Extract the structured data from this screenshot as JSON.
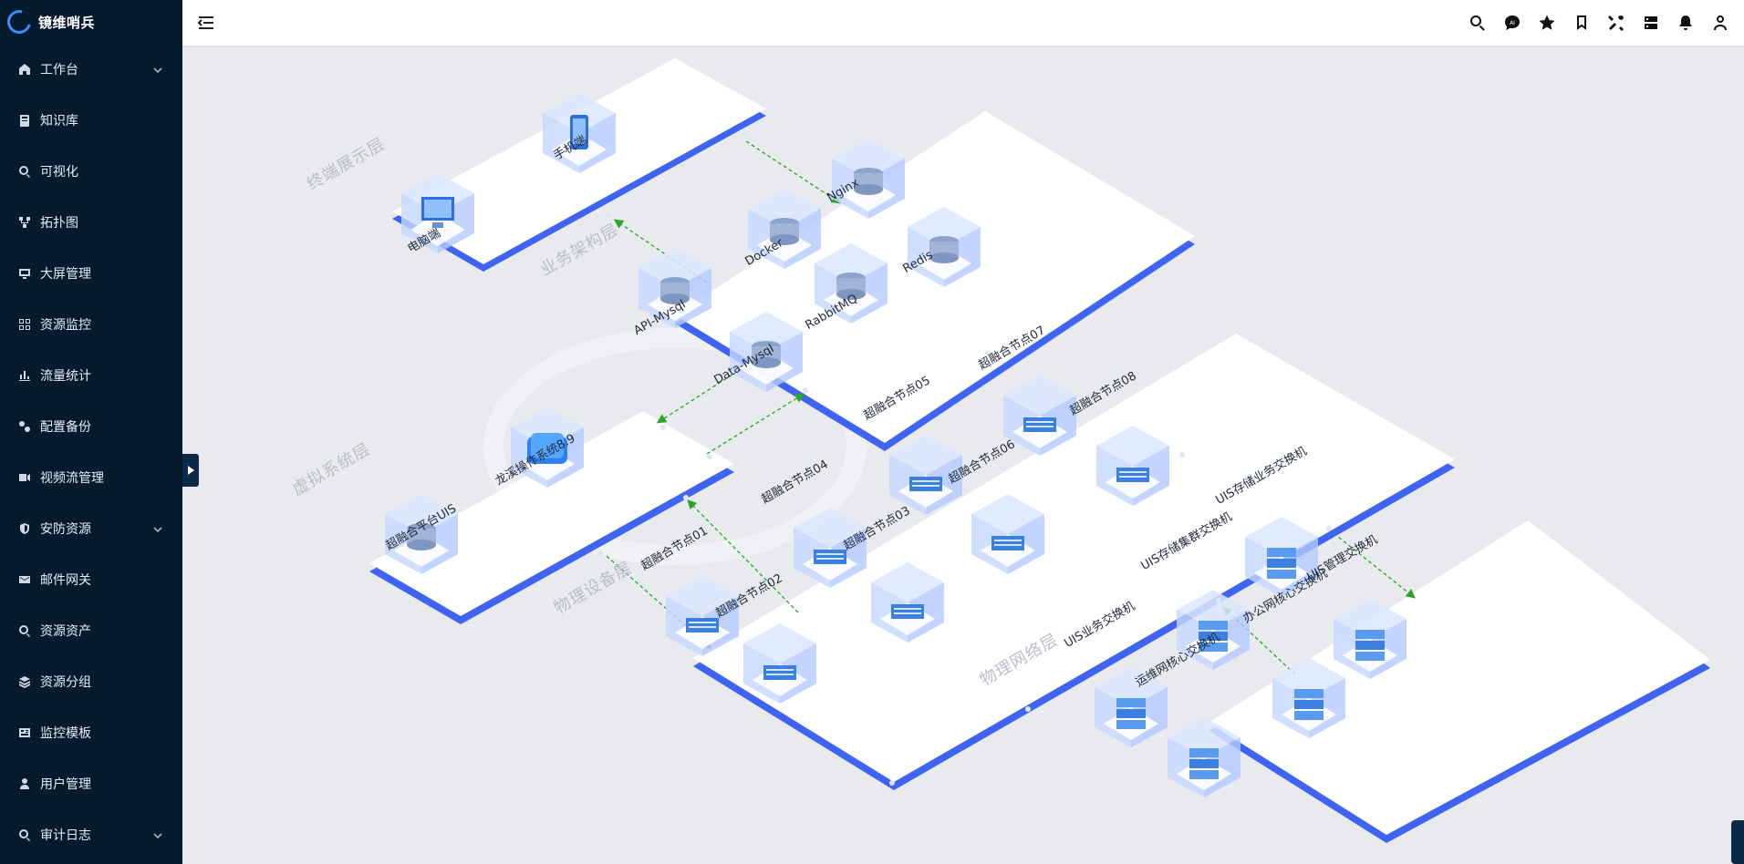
{
  "brand": {
    "name": "镜维哨兵"
  },
  "sidebar": {
    "items": [
      {
        "label": "工作台",
        "icon": "home-icon",
        "expandable": true
      },
      {
        "label": "知识库",
        "icon": "book-icon",
        "expandable": false
      },
      {
        "label": "可视化",
        "icon": "search-chart-icon",
        "expandable": false
      },
      {
        "label": "拓扑图",
        "icon": "topology-icon",
        "expandable": false
      },
      {
        "label": "大屏管理",
        "icon": "monitor-icon",
        "expandable": false
      },
      {
        "label": "资源监控",
        "icon": "grid-icon",
        "expandable": false
      },
      {
        "label": "流量统计",
        "icon": "bar-chart-icon",
        "expandable": false
      },
      {
        "label": "配置备份",
        "icon": "gears-icon",
        "expandable": false
      },
      {
        "label": "视频流管理",
        "icon": "video-icon",
        "expandable": false
      },
      {
        "label": "安防资源",
        "icon": "shield-icon",
        "expandable": true
      },
      {
        "label": "邮件网关",
        "icon": "mail-icon",
        "expandable": false
      },
      {
        "label": "资源资产",
        "icon": "magnifier-icon",
        "expandable": false
      },
      {
        "label": "资源分组",
        "icon": "layers-icon",
        "expandable": false
      },
      {
        "label": "监控模板",
        "icon": "template-icon",
        "expandable": false
      },
      {
        "label": "用户管理",
        "icon": "user-icon",
        "expandable": false
      },
      {
        "label": "审计日志",
        "icon": "audit-icon",
        "expandable": true
      }
    ]
  },
  "header": {
    "icons": [
      "search-icon",
      "ai-chat-icon",
      "star-icon",
      "bookmark-icon",
      "tools-icon",
      "server-icon",
      "bell-icon",
      "user-icon"
    ]
  },
  "layers": {
    "terminal": "终端展示层",
    "business": "业务架构层",
    "virtual": "虚拟系统层",
    "physical": "物理设备层",
    "network": "物理网络层"
  },
  "nodes": {
    "phone": "手机端",
    "pc": "电脑端",
    "docker": "Docker",
    "nginx": "Nginx",
    "redis": "Redis",
    "api_mysql": "API-Mysql",
    "rabbitmq": "RabbitMQ",
    "data_mysql": "Data-Mysql",
    "os": "龙溪操作系统8.9",
    "os_badge": "8.9",
    "uis": "超融合平台UIS",
    "node01": "超融合节点01",
    "node02": "超融合节点02",
    "node03": "超融合节点03",
    "node04": "超融合节点04",
    "node05": "超融合节点05",
    "node06": "超融合节点06",
    "node07": "超融合节点07",
    "node08": "超融合节点08",
    "sw_storage_biz": "UIS存储业务交换机",
    "sw_storage_cluster": "UIS存储集群交换机",
    "sw_mgmt": "UIS管理交换机",
    "sw_office_core": "办公网核心交换机",
    "sw_uis_biz": "UIS业务交换机",
    "sw_ops_core": "运维网核心交换机",
    "tag01": "01",
    "tag02": "02",
    "tag03": "03",
    "tag04": "04",
    "tag05": "05",
    "tag06": "06",
    "tag07": "07",
    "tag08": "08"
  },
  "colors": {
    "sidebar_bg": "#061a2e",
    "platform_side": "#3f63f2",
    "platform_top": "#ffffff",
    "link": "#2aa52a",
    "accent": "#3a8bff"
  }
}
